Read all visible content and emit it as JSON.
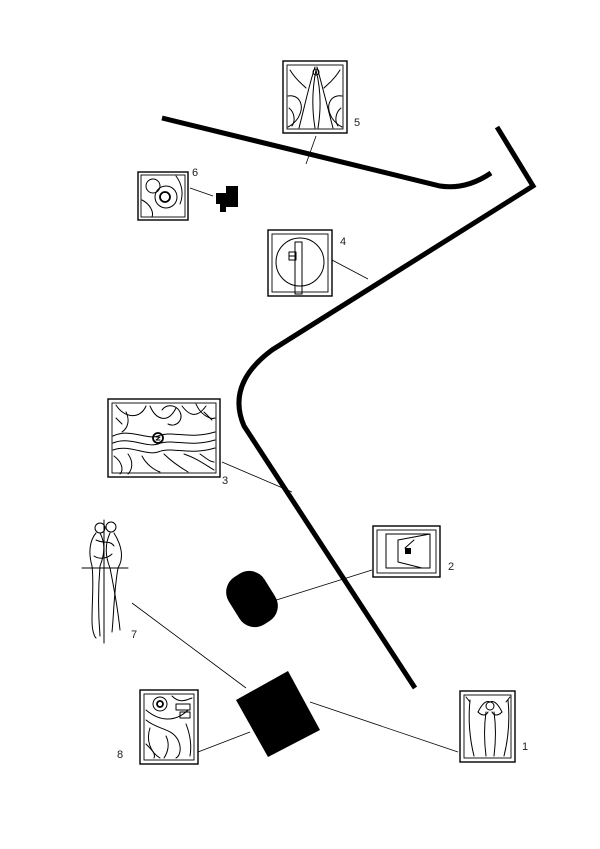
{
  "diagram": {
    "background_color": "#ffffff",
    "ink_color": "#000000",
    "labels": [
      {
        "id": "label-1",
        "text": "1"
      },
      {
        "id": "label-2",
        "text": "2"
      },
      {
        "id": "label-3",
        "text": "3"
      },
      {
        "id": "label-4",
        "text": "4"
      },
      {
        "id": "label-5",
        "text": "5"
      },
      {
        "id": "label-6",
        "text": "6"
      },
      {
        "id": "label-7",
        "text": "7"
      },
      {
        "id": "label-8",
        "text": "8"
      }
    ]
  }
}
